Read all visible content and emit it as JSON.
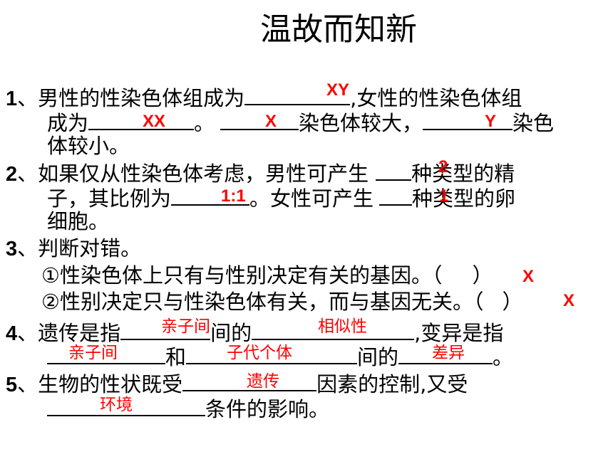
{
  "title": "温故而知新",
  "colors": {
    "text": "#000000",
    "answer": "#ff0000",
    "background": "#ffffff"
  },
  "q1": {
    "num": "1",
    "l1a": "、男性的性染色体组成为",
    "l1b": ",女性的性染色体组",
    "l2a": "成为",
    "l2b": "。",
    "l2c": "染色体较大，",
    "l2d": "染色",
    "l3": "体较小。",
    "ans1": "XY",
    "ans2": "XX",
    "ans3": "X",
    "ans4": "Y"
  },
  "q2": {
    "num": "2",
    "l1a": "、如果仅从性染色体考虑，男性可产生",
    "l1b": "种类型的精",
    "l2a": "子，其比例为",
    "l2b": "。女性可产生",
    "l2c": "种类型的卵",
    "l3": "细胞。",
    "ans1": "2",
    "ans2": "1:1",
    "ans3": "1"
  },
  "q3": {
    "num": "3",
    "l1": "、判断对错。",
    "s1": "①性染色体上只有与性别决定有关的基因。（",
    "s1_close": "）",
    "s2": "②性别决定只与性染色体有关，而与基因无关。（",
    "s2_close": "）",
    "ans1": "X",
    "ans2": "X"
  },
  "q4": {
    "num": "4",
    "l1a": "、遗传是指",
    "l1b": "间的",
    "l1c": ",变异是指",
    "l2a": "和",
    "l2b": "间的",
    "l2c": "。",
    "ans1": "亲子间",
    "ans2": "相似性",
    "ans3": "亲子间",
    "ans4": "子代个体",
    "ans5": "差异"
  },
  "q5": {
    "num": "5",
    "l1a": "、生物的性状既受",
    "l1b": "因素的控制,又受",
    "l2": "条件的影响。",
    "ans1": "遗传",
    "ans2": "环境"
  }
}
